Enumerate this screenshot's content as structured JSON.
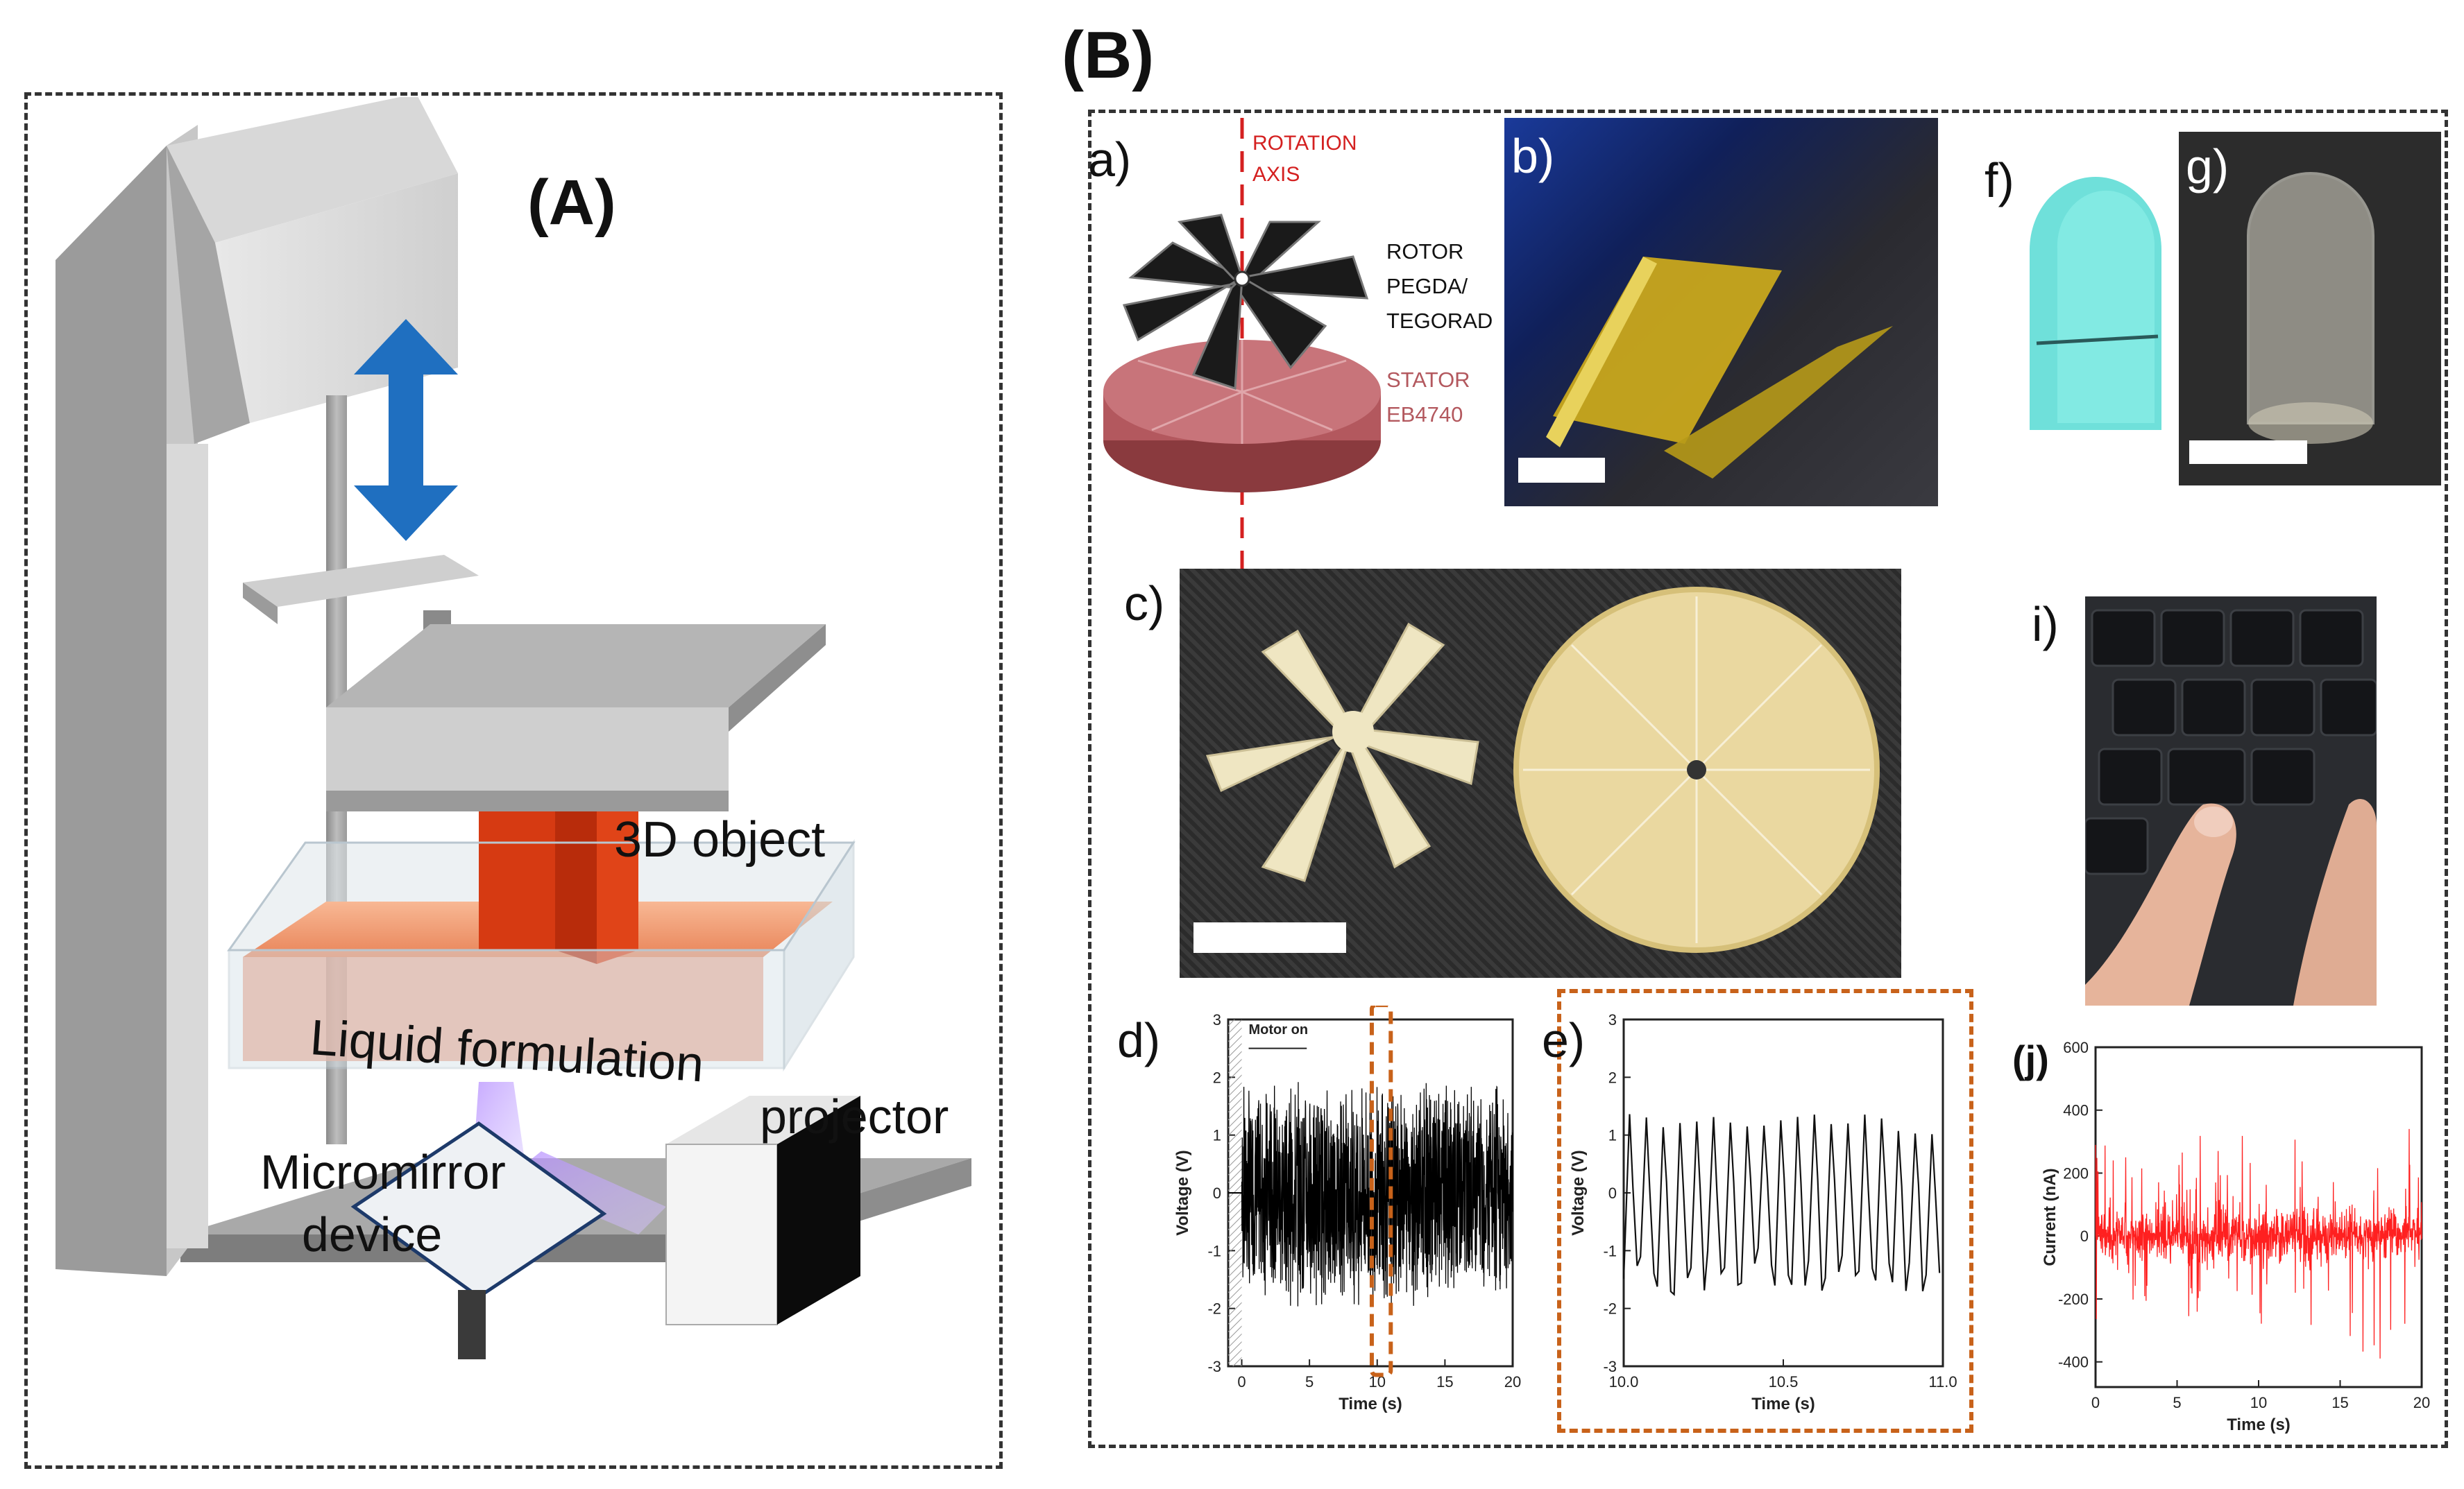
{
  "panel_a": {
    "label": "(A)",
    "object_label": "3D object",
    "liquid_label": "Liquid formulation",
    "projector_label": "projector",
    "micromirror_label_1": "Micromirror",
    "micromirror_label_2": "device"
  },
  "panel_b": {
    "label": "(B)",
    "a": {
      "letter": "a)",
      "rotation_axis_1": "ROTATION",
      "rotation_axis_2": "AXIS",
      "rotor_1": "ROTOR",
      "rotor_2": "PEGDA/",
      "rotor_3": "TEGORAD",
      "stator_1": "STATOR",
      "stator_2": "EB4740"
    },
    "b": {
      "letter": "b)"
    },
    "c": {
      "letter": "c)"
    },
    "f": {
      "letter": "f)"
    },
    "g": {
      "letter": "g)"
    },
    "i": {
      "letter": "i)"
    },
    "d": {
      "letter": "d)",
      "annotation": "Motor on",
      "xlabel": "Time (s)",
      "ylabel": "Voltage (V)",
      "yticks": [
        "3",
        "2",
        "1",
        "0",
        "-1",
        "-2",
        "-3"
      ],
      "xticks": [
        "0",
        "5",
        "10",
        "15",
        "20"
      ]
    },
    "e": {
      "letter": "e)",
      "xlabel": "Time (s)",
      "ylabel": "Voltage (V)",
      "yticks": [
        "3",
        "2",
        "1",
        "0",
        "-1",
        "-2",
        "-3"
      ],
      "xticks": [
        "10.0",
        "10.5",
        "11.0"
      ]
    },
    "j": {
      "letter": "(j)",
      "xlabel": "Time (s)",
      "ylabel": "Current (nA)",
      "yticks": [
        "600",
        "400",
        "200",
        "0",
        "-200",
        "-400"
      ],
      "xticks": [
        "0",
        "5",
        "10",
        "15",
        "20"
      ]
    }
  },
  "colors": {
    "arrow_blue": "#1f6fc0",
    "object_red": "#d63a12",
    "liquid_orange": "#f08a55",
    "axis_red": "#d42020",
    "stator_red": "#b3585e",
    "frame_orange": "#c8621a",
    "current_red": "#ff2020",
    "teal": "#6fe0da"
  },
  "chart_data": [
    {
      "type": "line",
      "title": "d)",
      "xlabel": "Time (s)",
      "ylabel": "Voltage (V)",
      "xlim": [
        -1,
        20
      ],
      "ylim": [
        -3,
        3
      ],
      "annotations": [
        "Motor on"
      ],
      "series": [
        {
          "amplitude": 2.0,
          "x_start": 0,
          "x_end": 20
        }
      ]
    },
    {
      "type": "line",
      "title": "e)",
      "xlabel": "Time (s)",
      "ylabel": "Voltage (V)",
      "xlim": [
        10.0,
        11.0
      ],
      "ylim": [
        -3,
        3
      ],
      "series": [
        {
          "peaks": 19,
          "peak_max": 1.4,
          "trough_min": -2.0
        }
      ]
    },
    {
      "type": "line",
      "title": "(j)",
      "xlabel": "Time (s)",
      "ylabel": "Current (nA)",
      "xlim": [
        0,
        20
      ],
      "ylim": [
        -480,
        600
      ],
      "series": [
        {
          "amplitude": 450,
          "x_start": 0,
          "x_end": 20
        }
      ]
    }
  ]
}
